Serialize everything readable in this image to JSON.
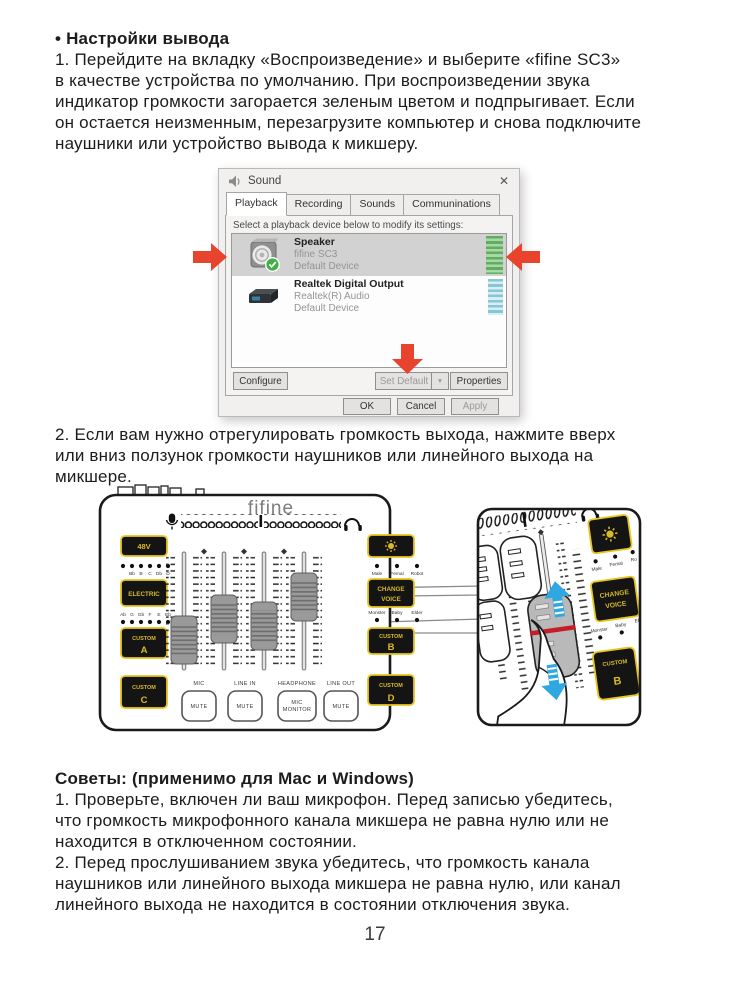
{
  "page": {
    "number": "17"
  },
  "colors": {
    "accent_red": "#e8432c",
    "button_yellow": "#e8c51f",
    "arrow_blue": "#2fa8e1",
    "meter_green": "#63ad63",
    "meter_cyan": "#85c7d4"
  },
  "section_output": {
    "heading": "• Настройки вывода",
    "body": "1. Перейдите на вкладку «Воспроизведение» и выберите «fifine SC3»\nв качестве устройства по умолчанию. При воспроизведении звука\nиндикатор громкости загорается зеленым цветом и подпрыгивает. Если\nон остается неизменным, перезагрузите компьютер и снова подключите\nнаушники или устройство вывода к микшеру.",
    "step2_body": "2. Если вам нужно отрегулировать громкость выхода, нажмите вверх\nили вниз ползунок громкости наушников или линейного выхода на\nмикшере."
  },
  "sound_dialog": {
    "title": "Sound",
    "close_glyph": "✕",
    "tabs": [
      "Playback",
      "Recording",
      "Sounds",
      "Communinations"
    ],
    "instruction": "Select a playback device below to modify its settings:",
    "devices": [
      {
        "name": "Speaker",
        "detail": "fifine SC3",
        "status": "Default Device"
      },
      {
        "name": "Realtek Digital Output",
        "detail": "Realtek(R) Audio",
        "status": "Default Device"
      }
    ],
    "configure_label": "Configure",
    "set_default_label": "Set Default",
    "dropdown_glyph": "▼",
    "properties_label": "Properties",
    "ok_label": "OK",
    "cancel_label": "Cancel",
    "apply_label": "Apply"
  },
  "mixer": {
    "brand": "fifine",
    "btn_48v": "48V",
    "btn_electric": "ELECTRIC",
    "custom_word": "CUSTOM",
    "custom_a": "A",
    "custom_b": "B",
    "custom_c": "C",
    "custom_d": "D",
    "change_word": "CHANGE",
    "voice_word": "VOICE",
    "notes_top": [
      "Bb",
      "B",
      "C",
      "Db",
      "D"
    ],
    "notes_bottom": [
      "Ab",
      "G",
      "Gb",
      "F",
      "E",
      "Eb"
    ],
    "voices_top": [
      "Male",
      "Femal",
      "Robot"
    ],
    "voices_bottom": [
      "Monster",
      "Baby",
      "Elder"
    ],
    "channel_labels": [
      "MIC",
      "LINE IN",
      "HEADPHONE",
      "LINE OUT"
    ],
    "mute_label": "MUTE",
    "monitor_line1": "MIC",
    "monitor_line2": "MONITOR"
  },
  "zoom_inset": {
    "voices_top": [
      "Male",
      "Femal",
      "Ro"
    ],
    "voices_bottom": [
      "Monster",
      "Baby",
      "Elder"
    ],
    "change_word": "CHANGE",
    "voice_word": "VOICE",
    "custom_word": "CUSTOM",
    "custom_b": "B"
  },
  "tips": {
    "heading": "Советы: (применимо для Mac и Windows)",
    "items": [
      "1. Проверьте, включен ли ваш микрофон. Перед записью убедитесь,\nчто громкость микрофонного канала микшера не равна нулю или не\nнаходится в отключенном состоянии.",
      "2. Перед прослушиванием звука убедитесь, что громкость канала\nнаушников или линейного выхода микшера не равна нулю, или канал\nлинейного выхода не находится в состоянии отключения звука."
    ]
  }
}
